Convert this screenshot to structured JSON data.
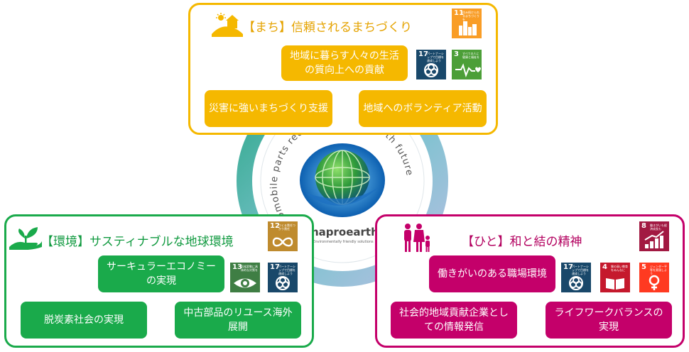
{
  "center": {
    "ring_text": "automobile parts recycling bright earth future",
    "logo_name": "naproearth",
    "logo_tagline": "Environmentally friendly solutions"
  },
  "machi": {
    "title": "【まち】信頼されるまちづくり",
    "boxes": [
      "地域に暮らす人々の生活の質向上への貢献",
      "災害に強いまちづくり支援",
      "地域へのボランティア活動"
    ],
    "color": "#f5b800"
  },
  "kankyo": {
    "title": "【環境】サスティナブルな地球環境",
    "boxes": [
      "サーキュラーエコノミーの実現",
      "脱炭素社会の実現",
      "中古部品のリユース海外展開"
    ],
    "color": "#1aaa4b"
  },
  "hito": {
    "title": "【ひと】和と結の精神",
    "boxes": [
      "働きがいのある職場環境",
      "社会的地域貢献企業としての情報発信",
      "ライフワークバランスの実現"
    ],
    "color": "#c4006a"
  },
  "sdgs": {
    "g11": {
      "num": "11",
      "text": "住み続けられるまちづくりを",
      "color": "#f99d26"
    },
    "g17": {
      "num": "17",
      "text": "パートナーシップで目標を達成しよう",
      "color": "#19486a"
    },
    "g3": {
      "num": "3",
      "text": "すべての人に健康と福祉を",
      "color": "#4c9f38"
    },
    "g12": {
      "num": "12",
      "text": "つくる責任つかう責任",
      "color": "#bf8b2e"
    },
    "g13": {
      "num": "13",
      "text": "気候変動に具体的な対策を",
      "color": "#3f7e44"
    },
    "g8": {
      "num": "8",
      "text": "働きがいも経済成長も",
      "color": "#a21942"
    },
    "g4": {
      "num": "4",
      "text": "質の高い教育をみんなに",
      "color": "#c5192d"
    },
    "g5": {
      "num": "5",
      "text": "ジェンダー平等を実現しよう",
      "color": "#ff3a21"
    }
  }
}
